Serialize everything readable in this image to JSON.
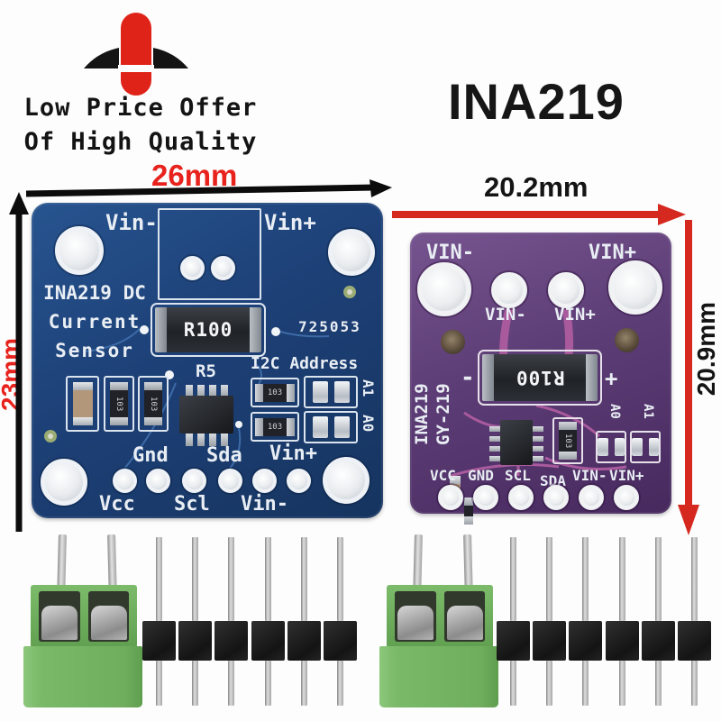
{
  "header": {
    "slogan_line1": "Low Price Offer",
    "slogan_line2": "Of High Quality",
    "product_title": "INA219"
  },
  "dimensions": {
    "blue_board_width": "26mm",
    "blue_board_height": "23mm",
    "purple_board_width": "20.2mm",
    "purple_board_height": "20.9mm"
  },
  "blue_board": {
    "pin_vin_minus_top": "Vin-",
    "pin_vin_plus_top": "Vin+",
    "title_line1": "INA219 DC",
    "title_line2": "Current",
    "title_line3": "Sensor",
    "shunt_value": "R100",
    "batch_code": "725053",
    "ref_r5": "R5",
    "i2c_address_label": "I2C Address",
    "jumper_a1": "A1",
    "jumper_a0": "A0",
    "smd_value": "103",
    "pin_gnd": "Gnd",
    "pin_sda": "Sda",
    "pin_vin_plus": "Vin+",
    "pin_vcc": "Vcc",
    "pin_scl": "Scl",
    "pin_vin_minus": "Vin-"
  },
  "purple_board": {
    "pin_vin_minus_top": "VIN-",
    "pin_vin_plus_top": "VIN+",
    "pin_vin_minus_mid": "VIN-",
    "pin_vin_plus_mid": "VIN+",
    "shunt_value": "R100",
    "polarity_minus": "-",
    "polarity_plus": "+",
    "title_line1": "INA219",
    "title_line2": "GY-219",
    "jumper_a0": "A0",
    "jumper_a1": "A1",
    "smd_value": "103",
    "pins": [
      "VCC",
      "GND",
      "SCL",
      "SDA",
      "VIN-",
      "VIN+"
    ]
  },
  "colors": {
    "accent_red": "#e8221c",
    "pcb_blue": "#1d4077",
    "pcb_purple": "#5d3d76",
    "terminal_green": "#6fae5d",
    "silkscreen_white": "#e9eef4"
  }
}
